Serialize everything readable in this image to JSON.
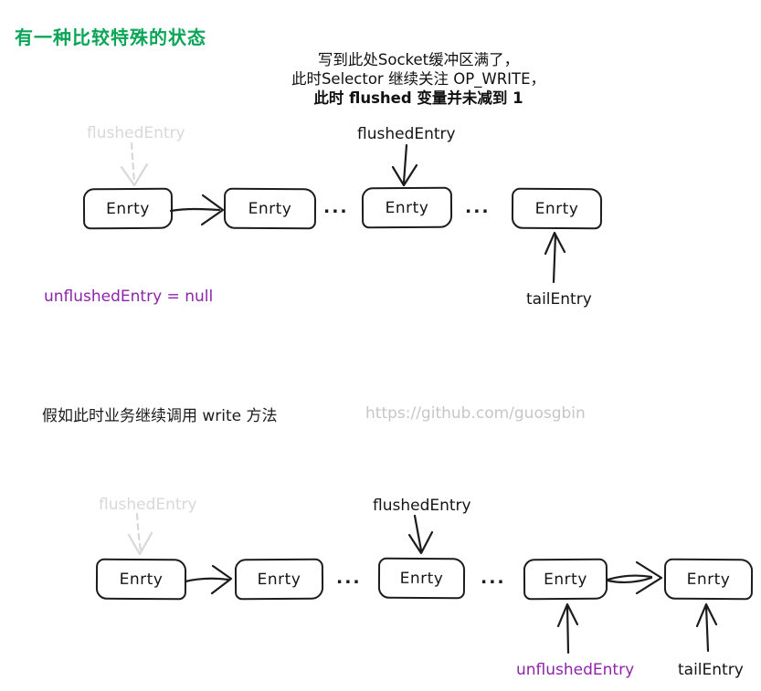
{
  "title": "有一种比较特殊的状态",
  "note": {
    "line1": "写到此处Socket缓冲区满了，",
    "line2": "此时Selector 继续关注 OP_WRITE，",
    "line3": "此时 flushed 变量并未减到 1"
  },
  "caption": "假如此时业务继续调用 write 方法",
  "watermark": "https://github.com/guosgbin",
  "labels": {
    "ellipsis": "..."
  },
  "diagram1": {
    "faded_pointer": "flushedEntry",
    "flushed_pointer": "flushedEntry",
    "boxes": [
      "Enrty",
      "Enrty",
      "Enrty",
      "Enrty"
    ],
    "unflushed_pointer": "unflushedEntry = null",
    "tail_pointer": "tailEntry"
  },
  "diagram2": {
    "faded_pointer": "flushedEntry",
    "flushed_pointer": "flushedEntry",
    "boxes": [
      "Enrty",
      "Enrty",
      "Enrty",
      "Enrty",
      "Enrty"
    ],
    "unflushed_pointer": "unflushedEntry",
    "tail_pointer": "tailEntry"
  },
  "colors": {
    "title_green": "#0ba558",
    "pointer_purple": "#8e24aa",
    "faded_gray": "#d8d8d8",
    "watermark_gray": "#c6c6c6",
    "ink": "#1c1c1c"
  }
}
